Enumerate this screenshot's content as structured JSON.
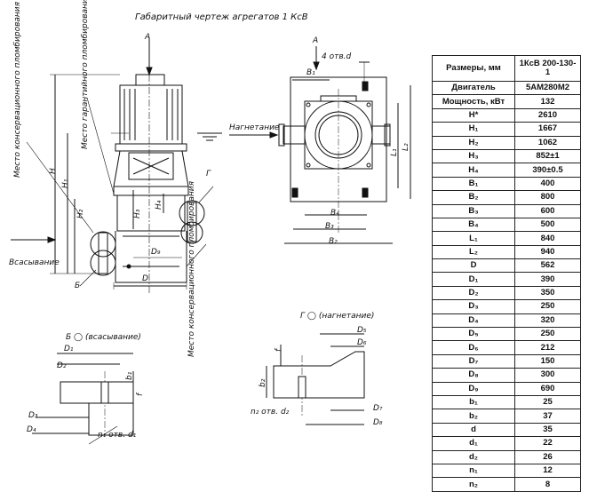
{
  "title": "Габаритный чертеж агрегатов 1 КсВ",
  "view_a_label": "A",
  "arrow_a_label": "A",
  "labels": {
    "conservation_seal_top": "Место консервационного пломбирования",
    "warranty_seal": "Место гарантийного пломбирования",
    "conservation_seal_bottom": "Место консервационного пломбирования",
    "suction": "Всасывание",
    "discharge": "Нагнетание",
    "holes_d": "4 отв.d",
    "flange_b": "Б",
    "flange_g": "Г",
    "detail_b_title": "Б",
    "detail_b_sub": "(всасывание)",
    "detail_g_title": "Г",
    "detail_g_sub": "(нагнетание)",
    "n1_holes": "n₁ отв. d₁",
    "n2_holes": "n₂ отв. d₂"
  },
  "dims_main": {
    "H": "H",
    "H1": "H₁",
    "H2": "H₂",
    "H3": "H₃",
    "H4": "H₄",
    "D": "D",
    "D9": "D₉"
  },
  "dims_view": {
    "B1": "B₁",
    "B2": "B₂",
    "B3": "B₃",
    "B4": "B₄",
    "L1": "L₁",
    "L2": "L₂"
  },
  "dims_detail_b": {
    "D1": "D₁",
    "D2": "D₂",
    "D3": "D₃",
    "D4": "D₄",
    "b1": "b₁",
    "f": "f"
  },
  "dims_detail_g": {
    "D5": "D₅",
    "D6": "D₆",
    "D7": "D₇",
    "D8": "D₈",
    "b2": "b₂",
    "f": "f"
  },
  "table": {
    "header": [
      "Размеры, мм",
      "1КсВ 200-130-1"
    ],
    "rows": [
      [
        "Двигатель",
        "5АМ280М2"
      ],
      [
        "Мощность, кВт",
        "132"
      ],
      [
        "H*",
        "2610"
      ],
      [
        "H₁",
        "1667"
      ],
      [
        "H₂",
        "1062"
      ],
      [
        "H₃",
        "852±1"
      ],
      [
        "H₄",
        "390±0.5"
      ],
      [
        "B₁",
        "400"
      ],
      [
        "B₂",
        "800"
      ],
      [
        "B₃",
        "600"
      ],
      [
        "B₄",
        "500"
      ],
      [
        "L₁",
        "840"
      ],
      [
        "L₂",
        "940"
      ],
      [
        "D",
        "562"
      ],
      [
        "D₁",
        "390"
      ],
      [
        "D₂",
        "350"
      ],
      [
        "D₃",
        "250"
      ],
      [
        "D₄",
        "320"
      ],
      [
        "D₅",
        "250"
      ],
      [
        "D₆",
        "212"
      ],
      [
        "D₇",
        "150"
      ],
      [
        "D₈",
        "300"
      ],
      [
        "D₉",
        "690"
      ],
      [
        "b₁",
        "25"
      ],
      [
        "b₂",
        "37"
      ],
      [
        "d",
        "35"
      ],
      [
        "d₁",
        "22"
      ],
      [
        "d₂",
        "26"
      ],
      [
        "n₁",
        "12"
      ],
      [
        "n₂",
        "8"
      ]
    ]
  }
}
